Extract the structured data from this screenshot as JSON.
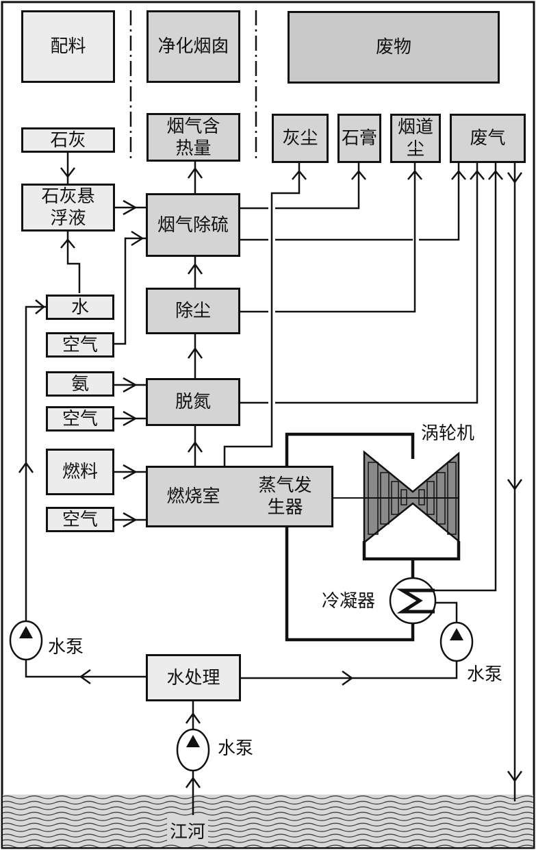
{
  "categories": {
    "ingredients": "配料",
    "clean_stack": "净化烟囱",
    "waste": "废物"
  },
  "inputs": {
    "lime": "石灰",
    "lime_slurry": "石灰悬浮液",
    "water": "水",
    "air_desulf": "空气",
    "ammonia": "氨",
    "air_denox": "空气",
    "fuel": "燃料",
    "air_combustion": "空气"
  },
  "process": {
    "flue_gas_heat": "烟气含热量",
    "desulfurization": "烟气除硫",
    "dust_removal": "除尘",
    "denitrification": "脱氮",
    "combustion_chamber": "燃烧室",
    "steam_generator": "蒸气发生器",
    "turbine": "涡轮机",
    "condenser": "冷凝器",
    "water_treatment": "水处理"
  },
  "outputs": {
    "ash": "灰尘",
    "gypsum": "石膏",
    "flue_dust": "烟道尘",
    "exhaust": "废气"
  },
  "pumps": {
    "left": "水泵",
    "right": "水泵",
    "river": "水泵"
  },
  "river": "江河",
  "colors": {
    "line": "#111111",
    "box_light": "#ececec",
    "box_mid": "#d4d4d4",
    "turbine_fill": "#8a8a8a",
    "river_fill": "#d8d8d8"
  }
}
